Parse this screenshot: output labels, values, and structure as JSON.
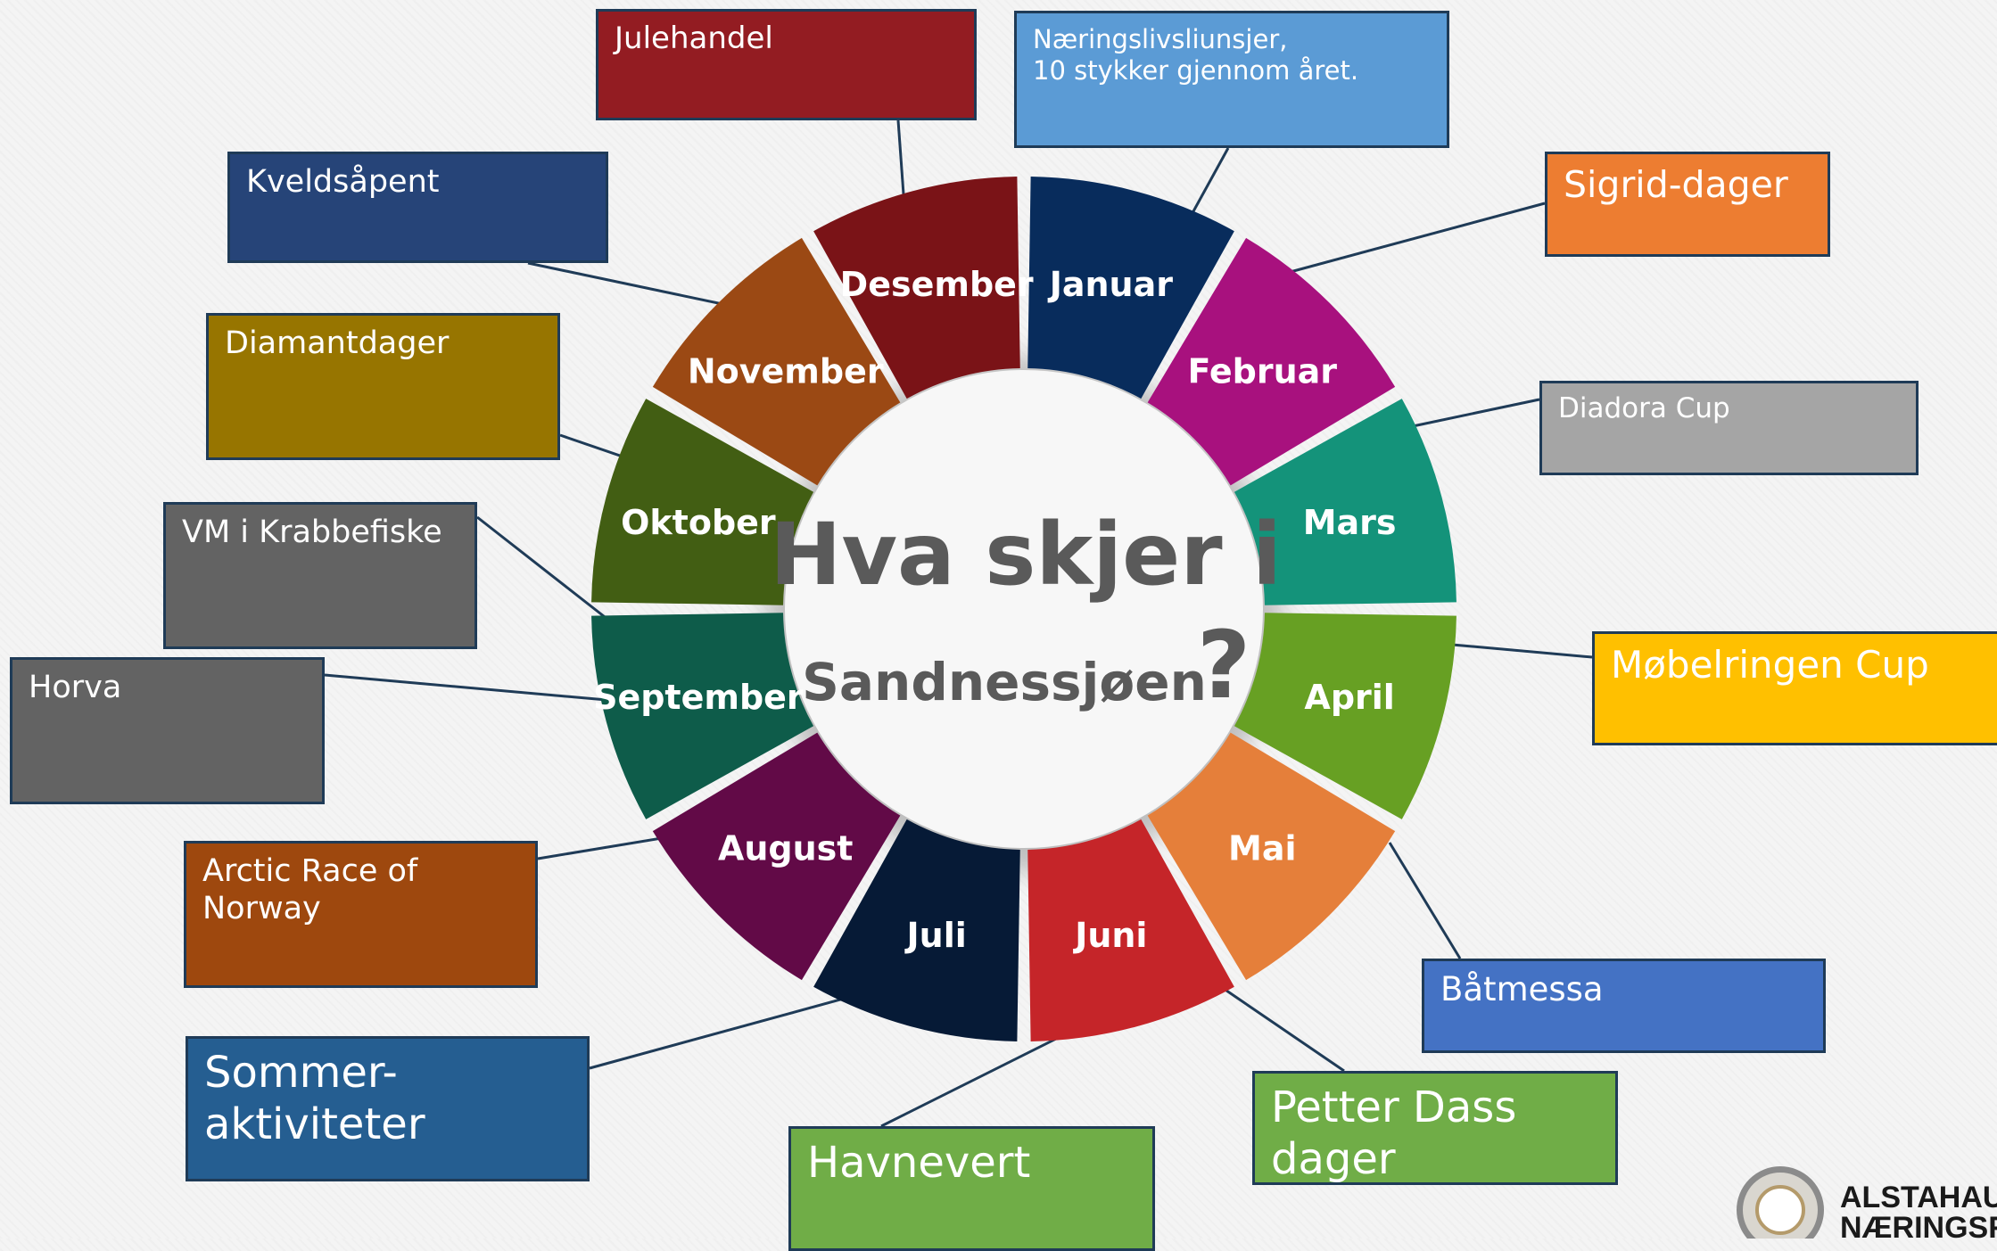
{
  "wheel": {
    "title_line1": "Hva skjer i",
    "title_line2": "Sandnessjøen",
    "question_mark": "?",
    "months": [
      {
        "label": "Januar",
        "color": "#082c5c"
      },
      {
        "label": "Februar",
        "color": "#a8117e"
      },
      {
        "label": "Mars",
        "color": "#14937a"
      },
      {
        "label": "April",
        "color": "#67a023"
      },
      {
        "label": "Mai",
        "color": "#e57f3a"
      },
      {
        "label": "Juni",
        "color": "#c52529"
      },
      {
        "label": "Juli",
        "color": "#061a36"
      },
      {
        "label": "August",
        "color": "#620a47"
      },
      {
        "label": "September",
        "color": "#0e5c4a"
      },
      {
        "label": "Oktober",
        "color": "#425e13"
      },
      {
        "label": "November",
        "color": "#9b4914"
      },
      {
        "label": "Desember",
        "color": "#7a1317"
      }
    ]
  },
  "events": [
    {
      "id": "julehandel",
      "text": "Julehandel",
      "color": "#931c22"
    },
    {
      "id": "naeringsliv",
      "text": "Næringslivsliunsjer,\n10 stykker gjennom året.",
      "color": "#5b9bd5"
    },
    {
      "id": "sigrid",
      "text": "Sigrid-dager",
      "color": "#ed7d31"
    },
    {
      "id": "kveldsapent",
      "text": "Kveldsåpent",
      "color": "#264478"
    },
    {
      "id": "diamantdager",
      "text": "Diamantdager",
      "color": "#977500"
    },
    {
      "id": "diadora",
      "text": "Diadora Cup",
      "color": "#a5a5a5"
    },
    {
      "id": "vm-krabbe",
      "text": "VM i Krabbefiske",
      "color": "#636363"
    },
    {
      "id": "horva",
      "text": "Horva",
      "color": "#636363"
    },
    {
      "id": "mobelringen",
      "text": "Møbelringen Cup",
      "color": "#ffc000"
    },
    {
      "id": "arctic",
      "text": "Arctic Race of\nNorway",
      "color": "#9e480e"
    },
    {
      "id": "batmessa",
      "text": "Båtmessa",
      "color": "#4472c4"
    },
    {
      "id": "sommer",
      "text": "Sommer-\naktiviteter",
      "color": "#255e91"
    },
    {
      "id": "petter",
      "text": "Petter Dass\ndager",
      "color": "#70ad47"
    },
    {
      "id": "havnevert",
      "text": "Havnevert",
      "color": "#70ad47"
    }
  ],
  "logo": {
    "text": "ALSTAHAUG\nNÆRINGSFORUM",
    "color": "#1a1a1a"
  }
}
